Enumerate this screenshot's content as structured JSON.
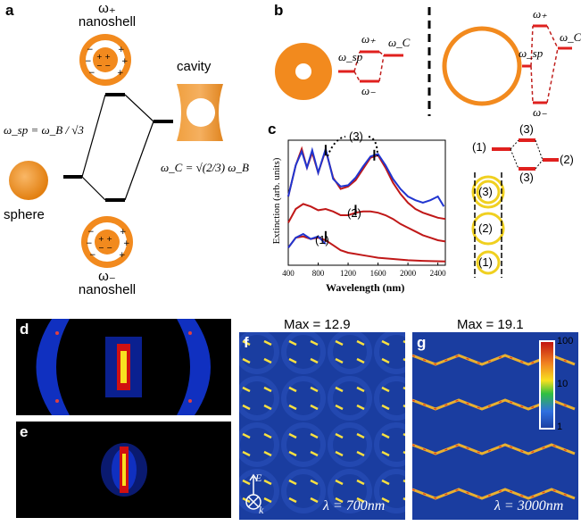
{
  "panels": {
    "a": {
      "label": "a",
      "omega_plus": "ω₊",
      "nanoshell_top": "nanoshell",
      "omega_minus": "ω₋",
      "nanoshell_bottom": "nanoshell",
      "cavity": "cavity",
      "sphere": "sphere",
      "omega_sp_formula": "ω_sp = ω_B / √3",
      "omega_c_formula": "ω_C = √(2/3) ω_B",
      "colors": {
        "shell": "#F28A1E",
        "shell_light": "#F6B060",
        "line": "#000000"
      }
    },
    "b": {
      "label": "b",
      "omega_sp": "ω_sp",
      "omega_plus": "ω₊",
      "omega_minus": "ω₋",
      "omega_c": "ω_C",
      "colors": {
        "level": "#E0201E",
        "dash": "#C0201E"
      }
    },
    "c": {
      "label": "c",
      "ylabel": "Extinction (arb. units)",
      "xlabel": "Wavelength (nm)",
      "x_ticks": [
        "400",
        "800",
        "1200",
        "1600",
        "2000",
        "2400"
      ],
      "annotations": [
        "(3)",
        "(2)",
        "(1)"
      ],
      "diagram_labels": [
        "(1)",
        "(3)",
        "(2)",
        "(3)"
      ],
      "ring_labels": [
        "(3)",
        "(2)",
        "(1)"
      ],
      "colors": {
        "exp": "#2035D0",
        "theory": "#C01818",
        "ring": "#F0D020"
      }
    },
    "d": {
      "label": "d"
    },
    "e": {
      "label": "e"
    },
    "f": {
      "label": "f",
      "max": "Max = 12.9",
      "lambda": "λ = 700nm",
      "e_vec": "E",
      "k_vec": "k"
    },
    "g": {
      "label": "g",
      "max": "Max = 19.1",
      "lambda": "λ = 3000nm",
      "colorbar_ticks": [
        "100",
        "10",
        "1"
      ]
    }
  },
  "chart_data": {
    "type": "line",
    "xlabel": "Wavelength (nm)",
    "ylabel": "Extinction (arb. units)",
    "xlim": [
      400,
      2500
    ],
    "series": [
      {
        "x": [
          400,
          500,
          580,
          650,
          720,
          800,
          900,
          1000,
          1100,
          1200,
          1300,
          1400,
          1500,
          1600,
          1700,
          1800,
          1900,
          2000,
          2100,
          2200,
          2300,
          2400,
          2500
        ],
        "values": [
          0.55,
          0.8,
          0.93,
          0.78,
          0.9,
          0.74,
          0.92,
          0.7,
          0.61,
          0.63,
          0.68,
          0.77,
          0.86,
          0.88,
          0.78,
          0.66,
          0.57,
          0.5,
          0.45,
          0.42,
          0.4,
          0.38,
          0.37
        ]
      },
      {
        "x": [
          400,
          500,
          580,
          650,
          720,
          800,
          900,
          1000,
          1100,
          1200,
          1300,
          1400,
          1500,
          1600,
          1700,
          1800,
          1900,
          2000,
          2100,
          2200,
          2300,
          2400,
          2480
        ],
        "values": [
          0.55,
          0.8,
          0.91,
          0.78,
          0.92,
          0.74,
          0.93,
          0.69,
          0.63,
          0.64,
          0.7,
          0.79,
          0.87,
          0.89,
          0.8,
          0.69,
          0.61,
          0.55,
          0.52,
          0.5,
          0.52,
          0.55,
          0.47
        ]
      },
      {
        "x": [
          400,
          500,
          600,
          700,
          800,
          900,
          1000,
          1100,
          1200,
          1300,
          1400,
          1500,
          1600,
          1700,
          1800,
          1900,
          2000,
          2100,
          2200,
          2300,
          2400,
          2500
        ],
        "values": [
          0.34,
          0.45,
          0.49,
          0.47,
          0.44,
          0.45,
          0.43,
          0.4,
          0.4,
          0.42,
          0.43,
          0.43,
          0.42,
          0.4,
          0.37,
          0.33,
          0.3,
          0.27,
          0.24,
          0.22,
          0.2,
          0.19
        ]
      },
      {
        "x": [
          400,
          500,
          600,
          700,
          800,
          900,
          1000,
          1100,
          1200,
          1300,
          1400,
          1500,
          1600,
          1800,
          2000,
          2200,
          2500
        ],
        "values": [
          0.14,
          0.22,
          0.23,
          0.21,
          0.22,
          0.2,
          0.16,
          0.12,
          0.1,
          0.09,
          0.08,
          0.07,
          0.06,
          0.05,
          0.04,
          0.035,
          0.03
        ]
      },
      {
        "x": [
          400,
          500,
          600,
          700,
          800,
          900
        ],
        "values": [
          0.14,
          0.22,
          0.25,
          0.21,
          0.23,
          0.17
        ]
      }
    ]
  }
}
